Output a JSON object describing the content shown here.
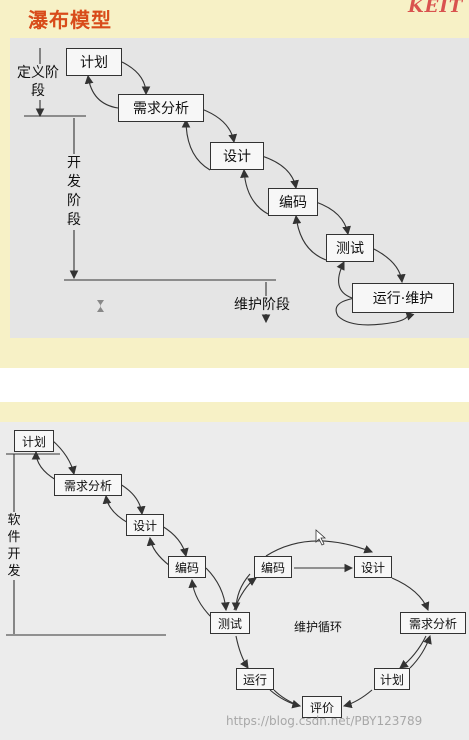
{
  "top": {
    "title": "瀑布模型",
    "logo": "KEIT",
    "boxes": [
      "计划",
      "需求分析",
      "设计",
      "编码",
      "测试",
      "运行·维护"
    ],
    "phase_define": "定义阶段",
    "phase_develop": "开发阶段",
    "phase_maintain": "维护阶段"
  },
  "bottom": {
    "left_boxes": [
      "计划",
      "需求分析",
      "设计",
      "编码",
      "测试"
    ],
    "loop_boxes": [
      "编码",
      "设计",
      "需求分析",
      "计划",
      "评价",
      "运行"
    ],
    "center_label": "维护循环",
    "phase_develop": "软件开发"
  },
  "watermark": "https://blog.csdn.net/PBY123789"
}
